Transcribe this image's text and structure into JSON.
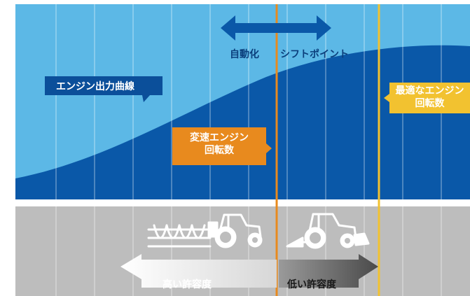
{
  "colors": {
    "sky": "#5cb8e6",
    "curve": "#0a58a8",
    "divider": "#ffffff",
    "bottom_panel": "#bdbdbd",
    "grid_line": "#ffffff",
    "orange": "#e88a1e",
    "yellow": "#f2c230",
    "shift_arrow": "#0a58a8",
    "label_dark": "#0b3f7c"
  },
  "labels": {
    "shift_automation": "自動化",
    "shift_point": "シフトポイント",
    "engine_curve": "エンジン出力曲線",
    "shift_rpm_line1": "変速エンジン",
    "shift_rpm_line2": "回転数",
    "optimal_rpm_line1": "最適なエンジン",
    "optimal_rpm_line2": "回転数",
    "high_tolerance": "高い許容度",
    "low_tolerance": "低い許容度"
  },
  "icons": {
    "tractor_with_cultivator": "tractor-with-cultivator-icon",
    "tractor_with_mower": "tractor-with-mower-icon"
  }
}
